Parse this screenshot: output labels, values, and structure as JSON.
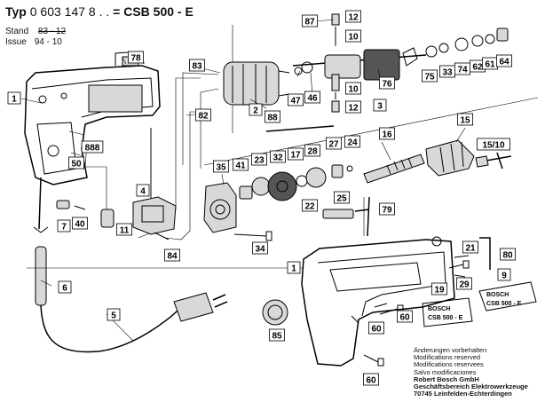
{
  "header": {
    "typ_prefix": "Typ",
    "typ_number": "0 603 147 8 . .",
    "model": "= CSB 500 - E",
    "stand_label": "Stand",
    "stand_old": "83 - 12",
    "issue_label": "Issue",
    "issue_value": "94 - 10"
  },
  "notes": {
    "lines": [
      "Änderungen vorbehalten",
      "Modifications reserved",
      "Modifications reservees",
      "Salvo modificaciones"
    ],
    "company": [
      "Robert Bosch GmbH",
      "Geschäftsbereich Elektrowerkzeuge",
      "70745 Leinfelden-Echterdingen"
    ]
  },
  "plates": {
    "plate_19": [
      "BOSCH",
      "CSB 500 - E"
    ],
    "plate_9": [
      "BOSCH",
      "CSB 500 - E"
    ]
  },
  "parts": [
    {
      "id": "p1a",
      "label": "1"
    },
    {
      "id": "p78",
      "label": "78"
    },
    {
      "id": "p83",
      "label": "83"
    },
    {
      "id": "p87",
      "label": "87"
    },
    {
      "id": "p12a",
      "label": "12"
    },
    {
      "id": "p10a",
      "label": "10"
    },
    {
      "id": "p47",
      "label": "47"
    },
    {
      "id": "p46",
      "label": "46"
    },
    {
      "id": "p76",
      "label": "76"
    },
    {
      "id": "p75",
      "label": "75"
    },
    {
      "id": "p33",
      "label": "33"
    },
    {
      "id": "p74",
      "label": "74"
    },
    {
      "id": "p62",
      "label": "62"
    },
    {
      "id": "p61",
      "label": "61"
    },
    {
      "id": "p64",
      "label": "64"
    },
    {
      "id": "p2",
      "label": "2"
    },
    {
      "id": "p10b",
      "label": "10"
    },
    {
      "id": "p3",
      "label": "3"
    },
    {
      "id": "p12b",
      "label": "12"
    },
    {
      "id": "p82",
      "label": "82"
    },
    {
      "id": "p88",
      "label": "88"
    },
    {
      "id": "p15",
      "label": "15"
    },
    {
      "id": "p888",
      "label": "888"
    },
    {
      "id": "p50",
      "label": "50"
    },
    {
      "id": "p16",
      "label": "16"
    },
    {
      "id": "p27",
      "label": "27"
    },
    {
      "id": "p24",
      "label": "24"
    },
    {
      "id": "p1510",
      "label": "15/10"
    },
    {
      "id": "p17",
      "label": "17"
    },
    {
      "id": "p28",
      "label": "28"
    },
    {
      "id": "p41",
      "label": "41"
    },
    {
      "id": "p23",
      "label": "23"
    },
    {
      "id": "p32",
      "label": "32"
    },
    {
      "id": "p35",
      "label": "35"
    },
    {
      "id": "p4",
      "label": "4"
    },
    {
      "id": "p25",
      "label": "25"
    },
    {
      "id": "p22",
      "label": "22"
    },
    {
      "id": "p79",
      "label": "79"
    },
    {
      "id": "p7",
      "label": "7"
    },
    {
      "id": "p40",
      "label": "40"
    },
    {
      "id": "p11",
      "label": "11"
    },
    {
      "id": "p21",
      "label": "21"
    },
    {
      "id": "p84",
      "label": "84"
    },
    {
      "id": "p34",
      "label": "34"
    },
    {
      "id": "p80",
      "label": "80"
    },
    {
      "id": "p29",
      "label": "29"
    },
    {
      "id": "p1b",
      "label": "1"
    },
    {
      "id": "p6",
      "label": "6"
    },
    {
      "id": "p19",
      "label": "19"
    },
    {
      "id": "p9",
      "label": "9"
    },
    {
      "id": "p5",
      "label": "5"
    },
    {
      "id": "p60a",
      "label": "60"
    },
    {
      "id": "p60b",
      "label": "60"
    },
    {
      "id": "p85",
      "label": "85"
    },
    {
      "id": "p60c",
      "label": "60"
    }
  ]
}
